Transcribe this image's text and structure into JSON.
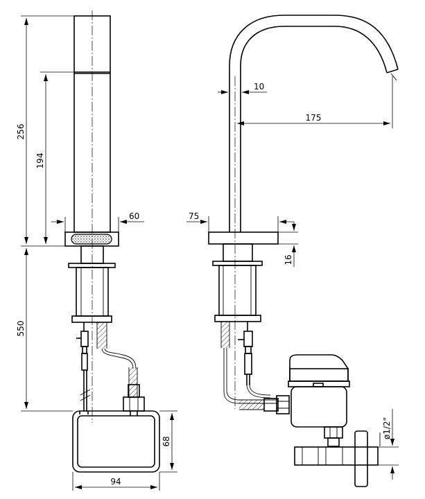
{
  "dimensions": {
    "front_total_height": "256",
    "front_spout_height": "194",
    "front_head_depth": "60",
    "below_deck_length": "550",
    "box_height": "68",
    "box_width": "94",
    "side_pipe_diameter": "10",
    "side_reach": "175",
    "side_base_offset": "75",
    "side_base_height": "16",
    "connection_thread": "ø1/2\""
  }
}
